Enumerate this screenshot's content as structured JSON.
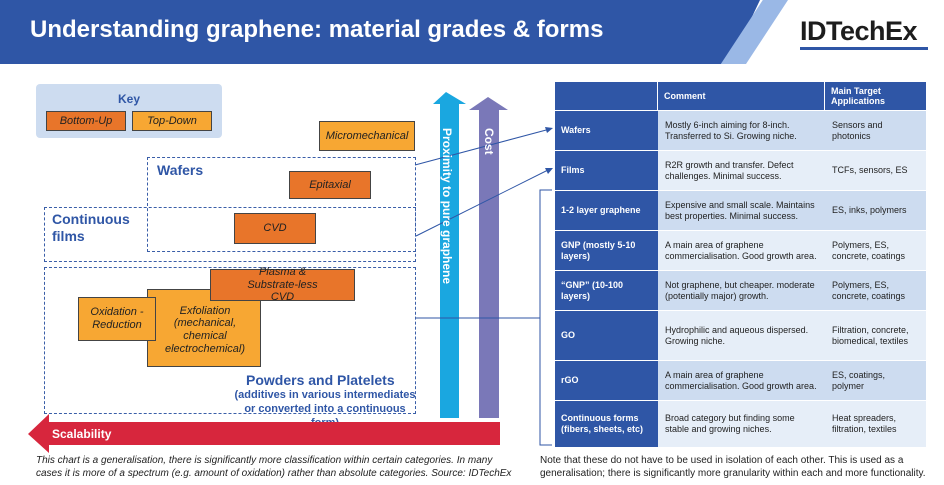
{
  "header": {
    "title": "Understanding graphene: material grades & forms",
    "brand": "IDTechEx"
  },
  "key": {
    "title": "Key",
    "bottom_up": "Bottom-Up",
    "top_down": "Top-Down"
  },
  "groups": {
    "wafers": "Wafers",
    "continuous_films": "Continuous films",
    "powders": "Powders and Platelets",
    "powders_sub": "(additives in various intermediates or converted into a continuous form)"
  },
  "materials": {
    "micromechanical": "Micromechanical",
    "epitaxial": "Epitaxial",
    "cvd": "CVD",
    "plasma": "Plasma & Substrate-less CVD",
    "exfoliation": "Exfoliation (mechanical, chemical electrochemical)",
    "oxidation": "Oxidation - Reduction"
  },
  "arrows": {
    "proximity": "Proximity to pure graphene",
    "cost": "Cost",
    "scalability": "Scalability"
  },
  "colors": {
    "brand_blue": "#2f56a6",
    "bottom_up": "#e8752a",
    "top_down": "#f7a733",
    "proximity_arrow": "#1aa7e0",
    "cost_arrow": "#7a78b8",
    "scalability_arrow": "#d7263d"
  },
  "table": {
    "headers": [
      "",
      "Comment",
      "Main Target Applications"
    ],
    "rows": [
      {
        "name": "Wafers",
        "comment": "Mostly 6-inch aiming for 8-inch. Transferred to Si. Growing niche.",
        "apps": "Sensors and photonics"
      },
      {
        "name": "Films",
        "comment": "R2R growth and transfer. Defect challenges. Minimal success.",
        "apps": "TCFs, sensors, ES"
      },
      {
        "name": "1-2 layer graphene",
        "comment": "Expensive and small scale. Maintains best properties. Minimal success.",
        "apps": "ES, inks, polymers"
      },
      {
        "name": "GNP (mostly 5-10 layers)",
        "comment": "A main area of graphene commercialisation. Good growth area.",
        "apps": "Polymers, ES, concrete, coatings"
      },
      {
        "name": "“GNP” (10-100 layers)",
        "comment": "Not graphene, but cheaper. moderate (potentially major) growth.",
        "apps": "Polymers, ES, concrete, coatings"
      },
      {
        "name": "GO",
        "comment": "Hydrophilic and aqueous dispersed. Growing niche.",
        "apps": "Filtration, concrete, biomedical, textiles"
      },
      {
        "name": "rGO",
        "comment": "A main area of graphene commercialisation. Good growth area.",
        "apps": "ES, coatings, polymer"
      },
      {
        "name": "Continuous forms (fibers, sheets, etc)",
        "comment": "Broad category but finding some stable and growing niches.",
        "apps": "Heat spreaders, filtration, textiles"
      }
    ]
  },
  "captions": {
    "left": "This chart is a generalisation, there is significantly more classification within certain categories. In many cases it is more of a spectrum (e.g. amount of oxidation) rather than absolute categories. Source: IDTechEx",
    "right": "Note that these do not have to be used in isolation of each other. This is used as a generalisation; there is significantly more granularity within each and more functionality."
  }
}
